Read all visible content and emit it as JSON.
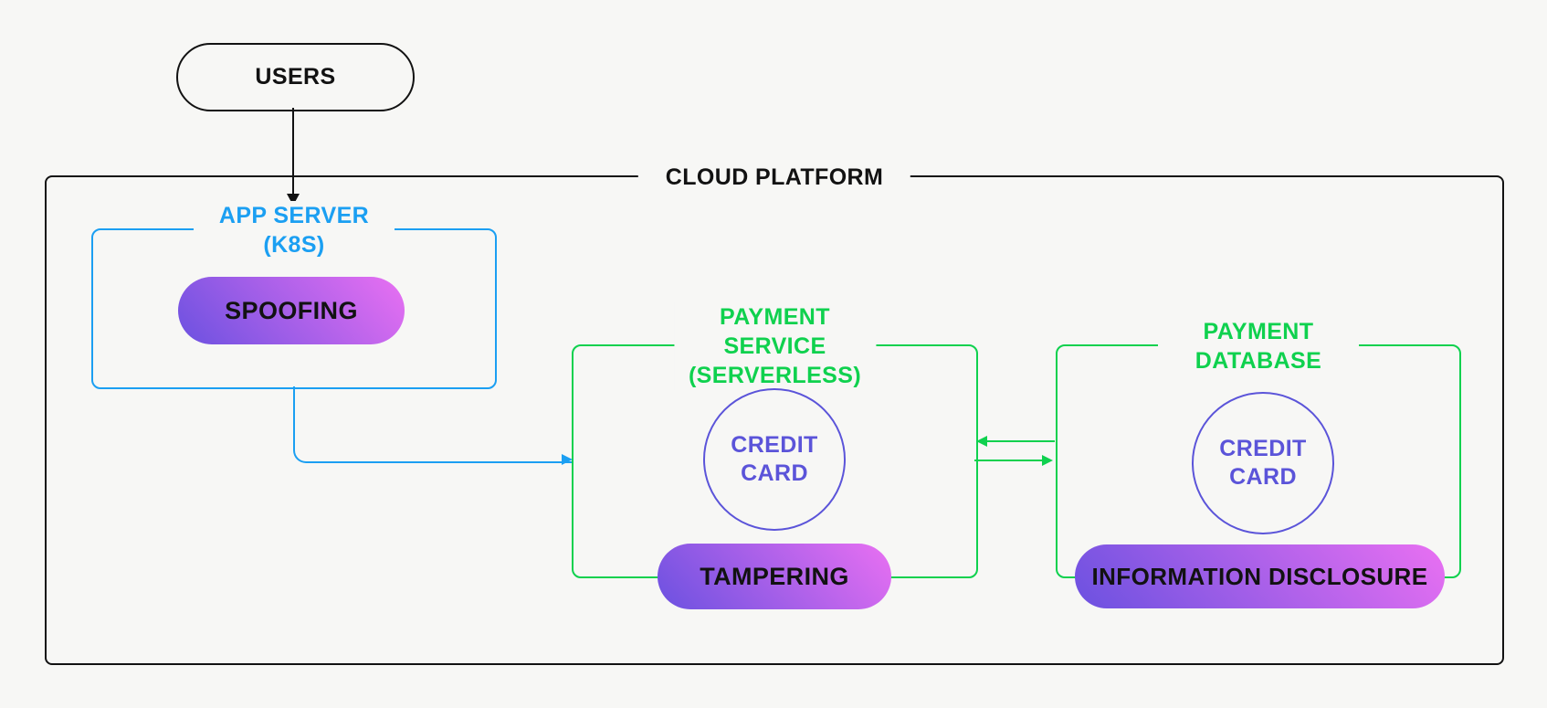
{
  "theme": {
    "background": "#F7F7F5",
    "ink": "#121212",
    "blue": "#1B9FF2",
    "green": "#0FD14E",
    "purple": "#5B54D9",
    "pill_start": "#6B51E0",
    "pill_end": "#E970F2",
    "pill_text": "#121212"
  },
  "external": {
    "users_label": "USERS"
  },
  "boundary": {
    "label": "CLOUD PLATFORM"
  },
  "app_server": {
    "label": "APP SERVER (K8S)",
    "threat": "SPOOFING"
  },
  "payment_service": {
    "label": "PAYMENT SERVICE\n(SERVERLESS)",
    "asset": "CREDIT\nCARD",
    "threat": "TAMPERING"
  },
  "payment_database": {
    "label": "PAYMENT DATABASE",
    "asset": "CREDIT\nCARD",
    "threat": "INFORMATION DISCLOSURE"
  }
}
